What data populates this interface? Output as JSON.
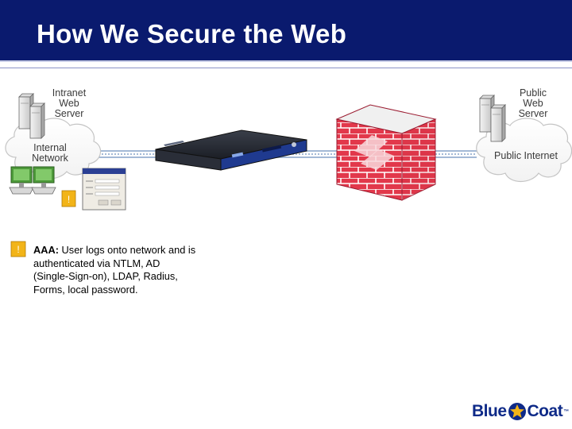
{
  "slide": {
    "title": "How We Secure the Web"
  },
  "labels": {
    "intranet_web_server": "Intranet\nWeb\nServer",
    "internal_network": "Internal\nNetwork",
    "public_web_server": "Public\nWeb\nServer",
    "public_internet": "Public Internet"
  },
  "callout": {
    "marker": "!",
    "heading": "AAA:",
    "body": " User logs onto network and is authenticated via NTLM, AD (Single-Sign-on), LDAP, Radius, Forms, local password."
  },
  "branding": {
    "logo_left": "Blue",
    "logo_right": "Coat",
    "logo_mark": "™"
  },
  "colors": {
    "header": "#0a1a6e",
    "firewall": "#e2384b",
    "callout_marker": "#f2b418",
    "network_line": "#a3b9d6"
  }
}
